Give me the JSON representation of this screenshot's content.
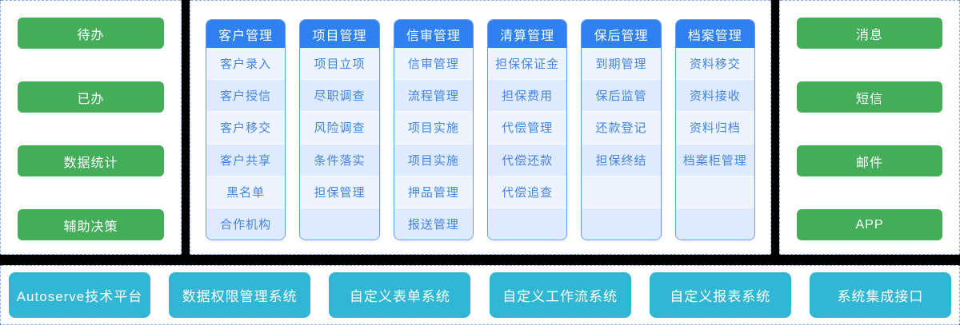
{
  "left_panel": {
    "items": [
      "待办",
      "已办",
      "数据统计",
      "辅助决策"
    ]
  },
  "modules": [
    {
      "title": "客户管理",
      "items": [
        "客户录入",
        "客户授信",
        "客户移交",
        "客户共享",
        "黑名单",
        "合作机构"
      ]
    },
    {
      "title": "项目管理",
      "items": [
        "项目立项",
        "尽职调查",
        "风险调查",
        "条件落实",
        "担保管理",
        ""
      ]
    },
    {
      "title": "信审管理",
      "items": [
        "信审管理",
        "流程管理",
        "项目实施",
        "项目实施",
        "押品管理",
        "报送管理"
      ]
    },
    {
      "title": "清算管理",
      "items": [
        "担保保证金",
        "担保费用",
        "代偿管理",
        "代偿还款",
        "代偿追查",
        ""
      ]
    },
    {
      "title": "保后管理",
      "items": [
        "到期管理",
        "保后监管",
        "还款登记",
        "担保终结",
        "",
        ""
      ]
    },
    {
      "title": "档案管理",
      "items": [
        "资料移交",
        "资料接收",
        "资料归档",
        "档案柜管理",
        "",
        ""
      ]
    }
  ],
  "right_panel": {
    "items": [
      "消息",
      "短信",
      "邮件",
      "APP"
    ]
  },
  "bottom_panel": {
    "items": [
      "Autoserve技术平台",
      "数据权限管理系统",
      "自定义表单系统",
      "自定义工作流系统",
      "自定义报表系统",
      "系统集成接口"
    ]
  },
  "colors": {
    "background": "#000000",
    "panel_bg": "#ffffff",
    "dashed_border": "#8aafec",
    "green_button": "#43ad5a",
    "module_header_blue": "#2f80f0",
    "module_border_blue": "#5f9cf2",
    "row_light": "#edf4fe",
    "row_dark": "#dfebfc",
    "item_text_blue": "#4485ec",
    "teal_button": "#31b6d6"
  }
}
